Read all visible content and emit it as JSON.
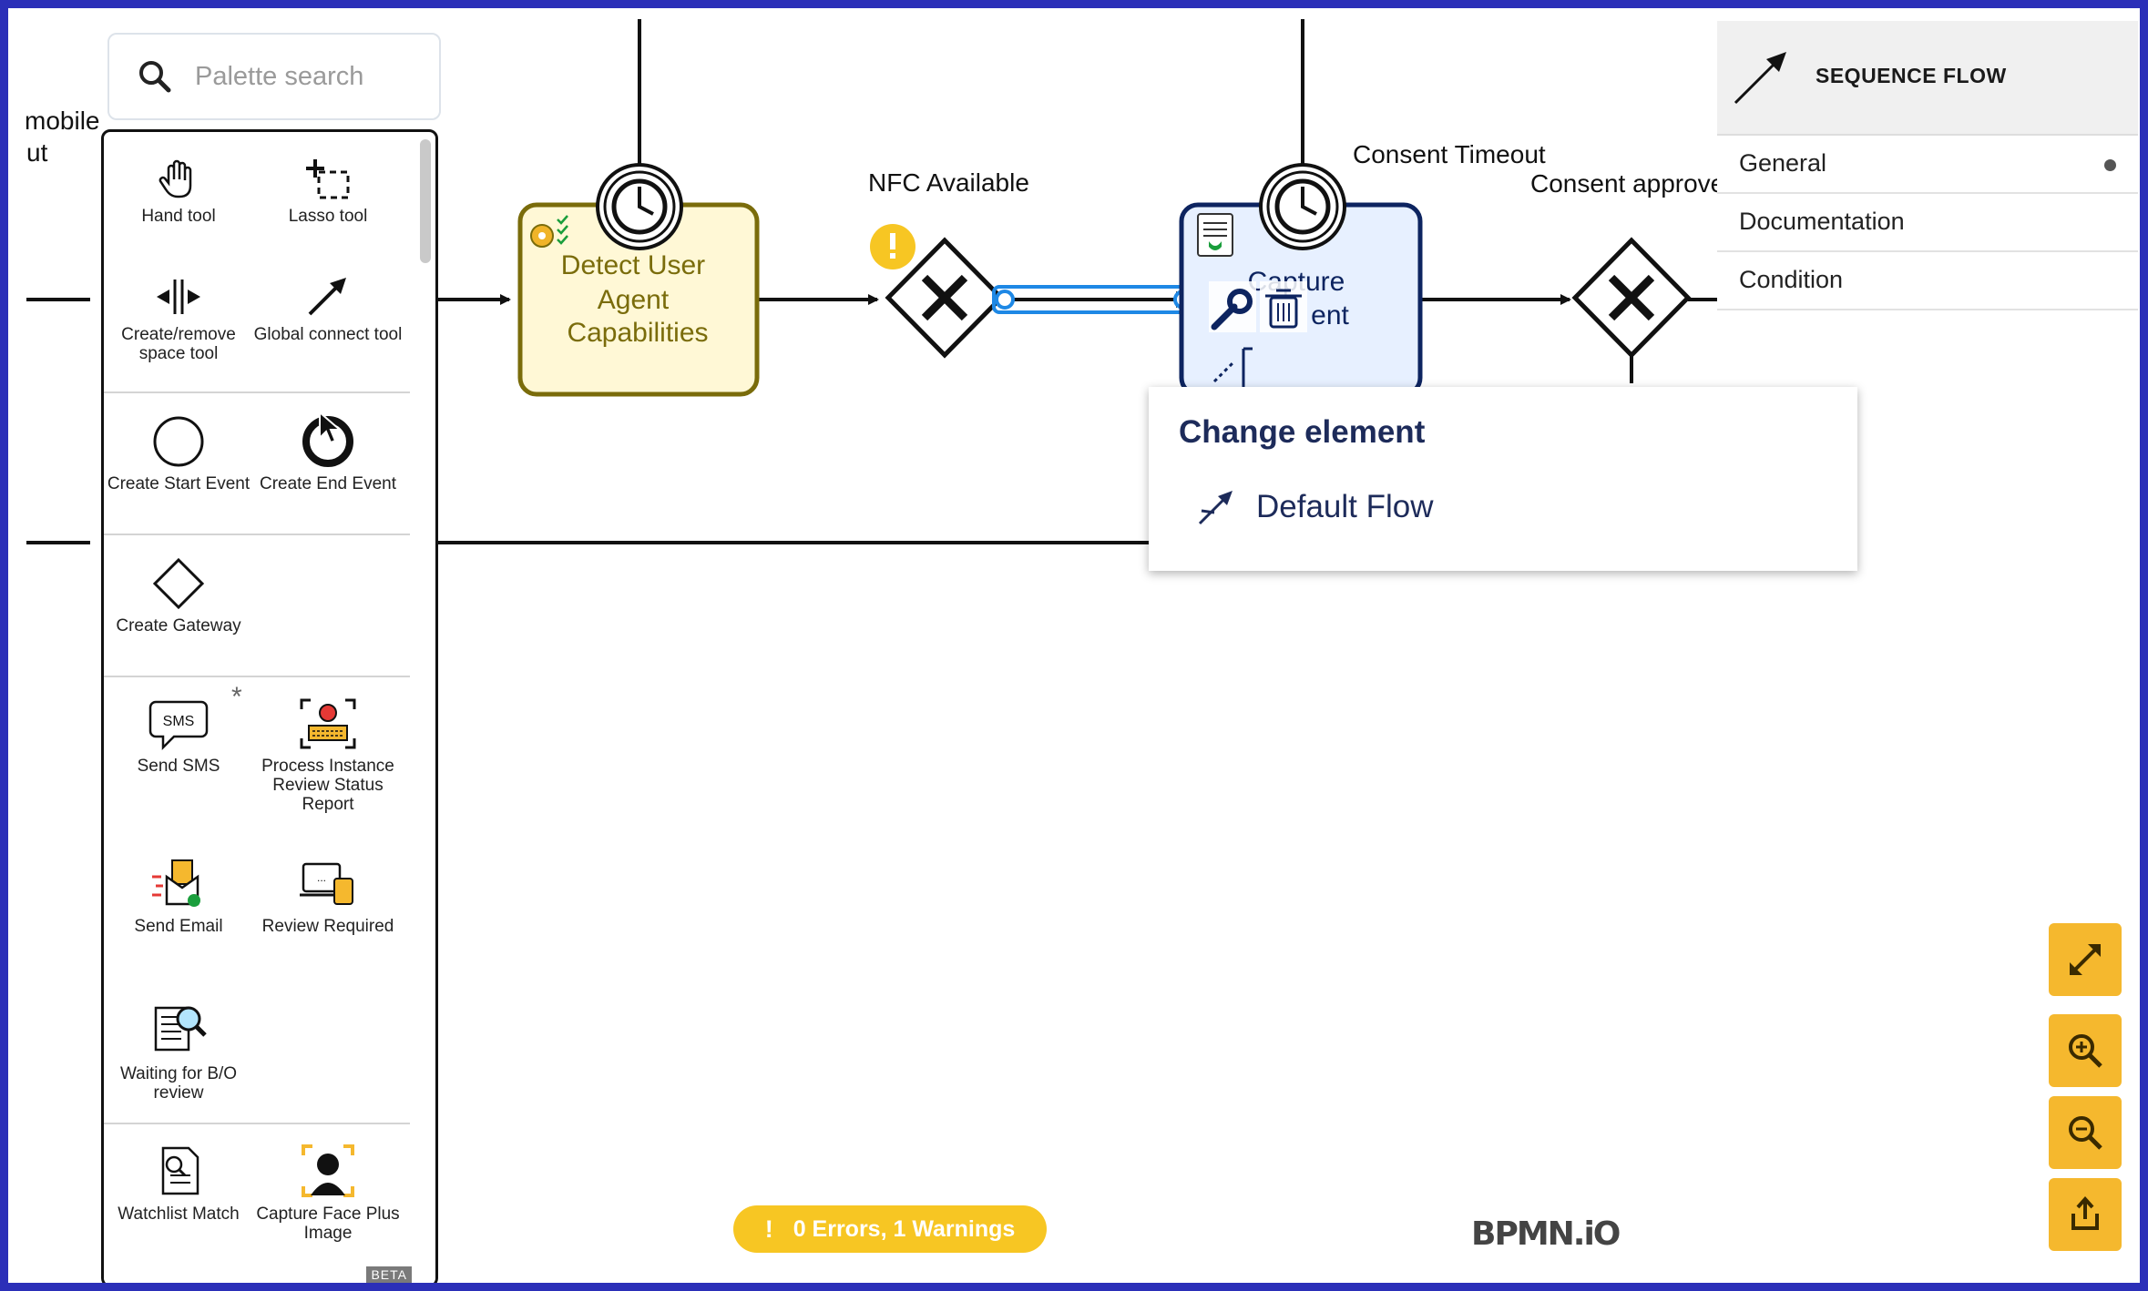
{
  "palette": {
    "search_placeholder": "Palette search",
    "tools": [
      {
        "label": "Hand tool",
        "icon": "hand-icon"
      },
      {
        "label": "Lasso tool",
        "icon": "lasso-icon"
      },
      {
        "label": "Create/remove space tool",
        "icon": "space-tool-icon"
      },
      {
        "label": "Global connect tool",
        "icon": "connect-arrow-icon"
      },
      {
        "label": "Create Start Event",
        "icon": "start-event-icon"
      },
      {
        "label": "Create End Event",
        "icon": "end-event-icon"
      },
      {
        "label": "Create Gateway",
        "icon": "gateway-icon"
      },
      {
        "label": "Send SMS",
        "icon": "sms-icon"
      },
      {
        "label": "Process Instance Review Status Report",
        "icon": "status-report-icon"
      },
      {
        "label": "Send Email",
        "icon": "email-icon"
      },
      {
        "label": "Review Required",
        "icon": "review-icon"
      },
      {
        "label": "Waiting for B/O review",
        "icon": "document-search-icon"
      },
      {
        "label": "Watchlist Match",
        "icon": "watchlist-icon"
      },
      {
        "label": "Capture Face Plus Image",
        "icon": "face-capture-icon"
      }
    ],
    "asterisk": "*",
    "beta_badge": "BETA"
  },
  "diagram": {
    "partial_left_label_line1": "mobile",
    "partial_left_label_line2": "ut",
    "task_detect": "Detect User Agent Capabilities",
    "task_detect_lines": [
      "Detect User",
      "Agent",
      "Capabilities"
    ],
    "label_nfc": "NFC Available",
    "task_capture_line1": "Capture",
    "task_capture_line2": "ent",
    "label_consent_timeout": "Consent Timeout",
    "label_consent_approved": "Consent approve"
  },
  "properties_panel": {
    "title": "SEQUENCE FLOW",
    "groups": [
      "General",
      "Documentation",
      "Condition"
    ],
    "active_group": "General"
  },
  "popup": {
    "title": "Change element",
    "entry": "Default Flow"
  },
  "status_bar": {
    "text": "0 Errors, 1 Warnings",
    "icon": "!"
  },
  "zoom_controls": [
    "fullscreen-icon",
    "zoom-in-icon",
    "zoom-out-icon",
    "export-icon"
  ],
  "logo": "BPMN.iO",
  "colors": {
    "accent": "#f5b82e",
    "selection": "#1e88e5",
    "task_yellow_fill": "#fff8d6",
    "task_yellow_stroke": "#7a6c0b",
    "task_blue_fill": "#e7f0ff",
    "task_blue_stroke": "#0d2460",
    "frame_border": "#2b2fb8"
  }
}
